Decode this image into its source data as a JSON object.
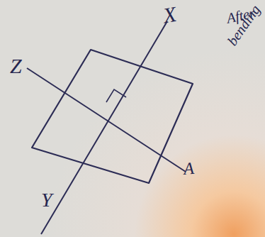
{
  "diagram": {
    "labels": [
      "X",
      "Y",
      "Z",
      "A",
      "After",
      "bending"
    ]
  }
}
